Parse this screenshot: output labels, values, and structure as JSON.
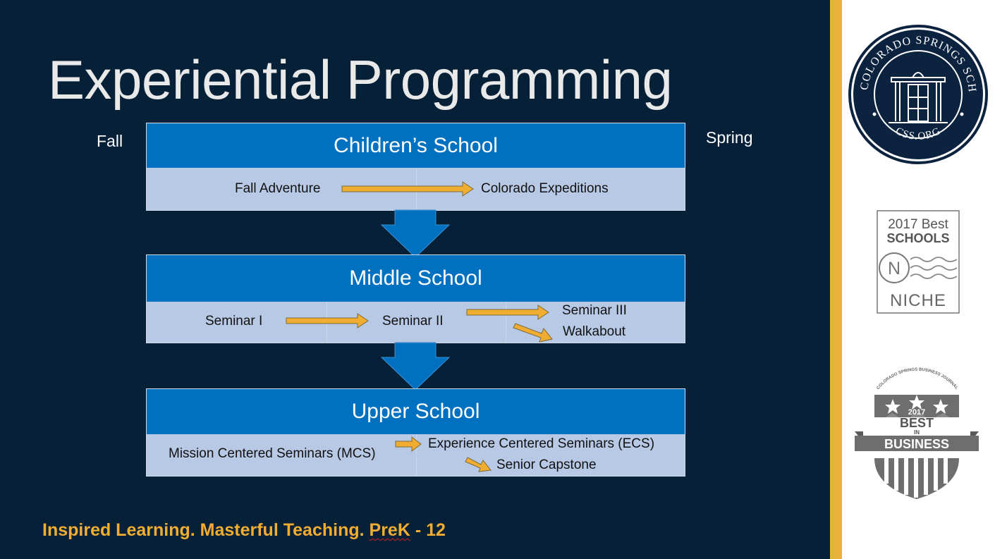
{
  "slide": {
    "title": "Experiential Programming",
    "fall_label": "Fall",
    "spring_label": "Spring",
    "tagline": {
      "before": "Inspired Learning. Masterful Teaching. ",
      "prek": "PreK",
      "after": " - 12"
    }
  },
  "childrens_school": {
    "header": "Children’s School",
    "items": [
      "Fall Adventure",
      "Colorado Expeditions"
    ]
  },
  "middle_school": {
    "header": "Middle School",
    "items": [
      "Seminar I",
      "Seminar II",
      "Seminar III",
      "Walkabout"
    ]
  },
  "upper_school": {
    "header": "Upper School",
    "items": [
      "Mission Centered Seminars (MCS)",
      "Experience Centered Seminars (ECS)",
      "Senior Capstone"
    ]
  },
  "sidebar": {
    "seal": {
      "top_text": "THE COLORADO SPRINGS SCHOOL",
      "bottom_text": "CSS.ORG"
    },
    "niche_badge": {
      "year_line": "2017 Best",
      "schools_line": "SCHOOLS",
      "brand": "NICHE"
    },
    "business_badge": {
      "arc_text": "COLORADO SPRINGS BUSINESS JOURNAL",
      "year": "2017",
      "best": "BEST",
      "in": "IN",
      "business": "BUSINESS"
    }
  },
  "colors": {
    "background": "#062038",
    "header_blue": "#0070c0",
    "row_blue": "#b8c9e6",
    "arrow_gold": "#f0ad31",
    "accent_gold": "#e8b13a"
  }
}
